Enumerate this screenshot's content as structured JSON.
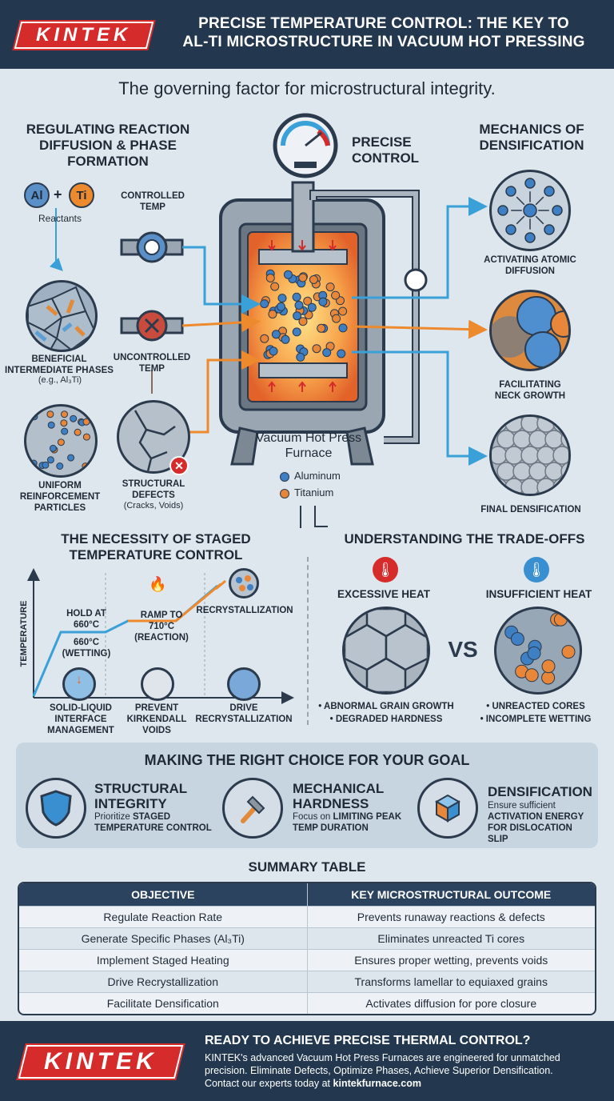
{
  "header": {
    "brand": "KINTEK",
    "title_line1": "PRECISE TEMPERATURE CONTROL: THE KEY TO",
    "title_line2": "AL-TI MICROSTRUCTURE IN VACUUM HOT PRESSING"
  },
  "subtitle": "The governing factor for microstructural integrity.",
  "left": {
    "heading": "REGULATING REACTION DIFFUSION & PHASE FORMATION",
    "al": "Al",
    "plus": "+",
    "ti": "Ti",
    "reactants": "Reactants",
    "controlled_temp": "CONTROLLED TEMP",
    "uncontrolled_temp": "UNCONTROLLED TEMP",
    "beneficial": "BENEFICIAL INTERMEDIATE PHASES",
    "beneficial_eg": "(e.g., Al₃Ti)",
    "uniform": "UNIFORM REINFORCEMENT PARTICLES",
    "structural": "STRUCTURAL DEFECTS",
    "structural_eg": "(Cracks, Voids)"
  },
  "center": {
    "precise_control": "PRECISE CONTROL",
    "furnace": "Vacuum Hot Press Furnace",
    "legend_al": "Aluminum",
    "legend_ti": "Titanium"
  },
  "right": {
    "heading": "MECHANICS OF DENSIFICATION",
    "item1": "ACTIVATING ATOMIC DIFFUSION",
    "item2": "FACILITATING NECK GROWTH",
    "item3": "FINAL DENSIFICATION"
  },
  "staged": {
    "heading": "THE NECESSITY OF STAGED TEMPERATURE CONTROL",
    "yaxis": "TEMPERATURE",
    "hold": "HOLD at 660°C",
    "wetting": "660°C (WETTING)",
    "ramp": "RAMP to 710°C (REACTION)",
    "recrystallization": "RECRYSTALLIZATION",
    "step1": "SOLID-LIQUID INTERFACE MANAGEMENT",
    "step2": "PREVENT KIRKENDALL VOIDS",
    "step3": "DRIVE RECRYSTALLIZATION"
  },
  "tradeoffs": {
    "heading": "UNDERSTANDING THE TRADE-OFFS",
    "excessive": "EXCESSIVE HEAT",
    "insufficient": "INSUFFICIENT HEAT",
    "vs": "VS",
    "ex_b1": "• ABNORMAL GRAIN GROWTH",
    "ex_b2": "• DEGRADED HARDNESS",
    "in_b1": "• UNREACTED CORES",
    "in_b2": "• INCOMPLETE WETTING"
  },
  "goal": {
    "title": "MAKING THE RIGHT CHOICE FOR YOUR GOAL",
    "g1_title": "STRUCTURAL INTEGRITY",
    "g1_pre": "Prioritize",
    "g1_bold": "STAGED TEMPERATURE CONTROL",
    "g2_title": "MECHANICAL HARDNESS",
    "g2_pre": "Focus on",
    "g2_bold": "LIMITING PEAK TEMP DURATION",
    "g3_title": "DENSIFICATION",
    "g3_pre": "Ensure sufficient",
    "g3_bold": "ACTIVATION ENERGY FOR DISLOCATION SLIP"
  },
  "summary": {
    "title": "SUMMARY TABLE",
    "col1": "OBJECTIVE",
    "col2": "KEY MICROSTRUCTURAL OUTCOME",
    "rows": [
      [
        "Regulate Reaction Rate",
        "Prevents runaway reactions & defects"
      ],
      [
        "Generate Specific Phases (Al₃Ti)",
        "Eliminates unreacted Ti cores"
      ],
      [
        "Implement Staged Heating",
        "Ensures proper wetting, prevents voids"
      ],
      [
        "Drive Recrystallization",
        "Transforms lamellar to equiaxed grains"
      ],
      [
        "Facilitate Densification",
        "Activates diffusion for pore closure"
      ]
    ]
  },
  "footer": {
    "brand": "KINTEK",
    "title": "READY TO ACHIEVE PRECISE THERMAL CONTROL?",
    "line1": "KINTEK's advanced Vacuum Hot Press Furnaces are engineered for unmatched",
    "line2": "precision. Eliminate Defects, Optimize Phases, Achieve Superior Densification.",
    "line3_pre": "Contact our experts today at",
    "line3_link": "kintekfurnace.com"
  },
  "colors": {
    "brand_red": "#d62b2b",
    "navy": "#23384f",
    "aluminum": "#3f7fc4",
    "titanium": "#e8873a",
    "accent_blue": "#3aa0d8",
    "accent_orange": "#ee8a2e"
  }
}
